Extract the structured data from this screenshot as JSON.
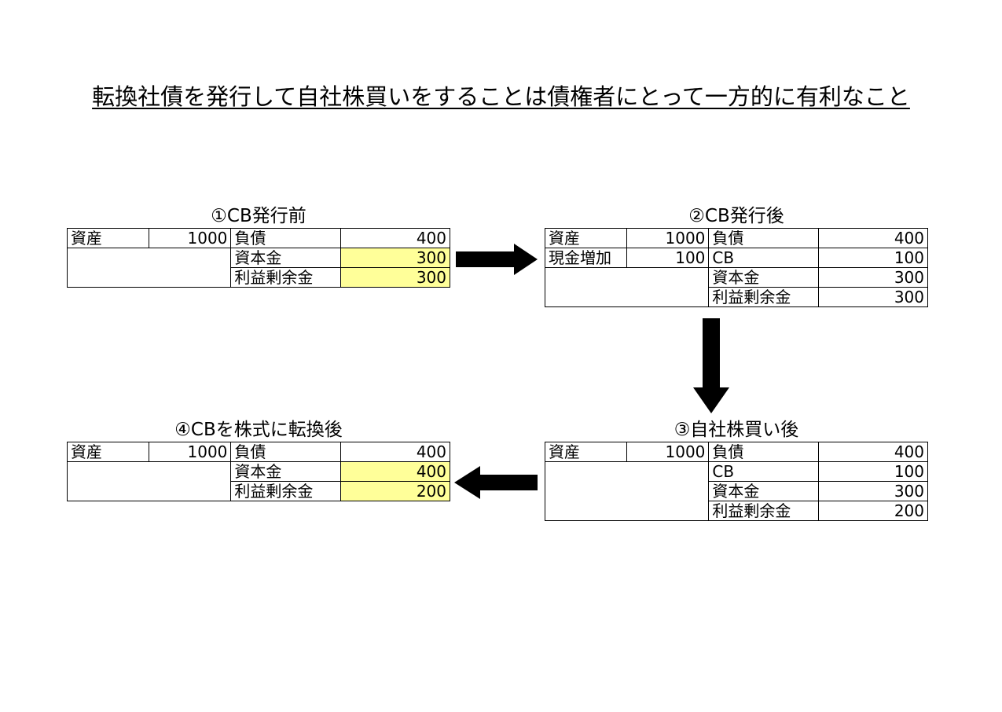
{
  "title": "転換社債を発行して自社株買いをすることは債権者にとって一方的に有利なこと",
  "colors": {
    "highlight": "#ffff99",
    "arrow": "#000000"
  },
  "sheets": {
    "s1": {
      "title": "①CB発行前",
      "assets": [
        {
          "label": "資産",
          "value": "1000"
        }
      ],
      "liabilities": [
        {
          "label": "負債",
          "value": "400",
          "highlight": false
        },
        {
          "label": "資本金",
          "value": "300",
          "highlight": true
        },
        {
          "label": "利益剰余金",
          "value": "300",
          "highlight": true
        }
      ]
    },
    "s2": {
      "title": "②CB発行後",
      "assets": [
        {
          "label": "資産",
          "value": "1000"
        },
        {
          "label": "現金増加",
          "value": "100"
        }
      ],
      "liabilities": [
        {
          "label": "負債",
          "value": "400",
          "highlight": false
        },
        {
          "label": "CB",
          "value": "100",
          "highlight": false
        },
        {
          "label": "資本金",
          "value": "300",
          "highlight": false
        },
        {
          "label": "利益剰余金",
          "value": "300",
          "highlight": false
        }
      ]
    },
    "s3": {
      "title": "③自社株買い後",
      "assets": [
        {
          "label": "資産",
          "value": "1000"
        }
      ],
      "liabilities": [
        {
          "label": "負債",
          "value": "400",
          "highlight": false
        },
        {
          "label": "CB",
          "value": "100",
          "highlight": false
        },
        {
          "label": "資本金",
          "value": "300",
          "highlight": false
        },
        {
          "label": "利益剰余金",
          "value": "200",
          "highlight": false
        }
      ]
    },
    "s4": {
      "title": "④CBを株式に転換後",
      "assets": [
        {
          "label": "資産",
          "value": "1000"
        }
      ],
      "liabilities": [
        {
          "label": "負債",
          "value": "400",
          "highlight": false
        },
        {
          "label": "資本金",
          "value": "400",
          "highlight": true
        },
        {
          "label": "利益剰余金",
          "value": "200",
          "highlight": true
        }
      ]
    }
  },
  "arrows": [
    {
      "name": "arrow-1-to-2",
      "direction": "right"
    },
    {
      "name": "arrow-2-to-3",
      "direction": "down"
    },
    {
      "name": "arrow-3-to-4",
      "direction": "left"
    }
  ]
}
